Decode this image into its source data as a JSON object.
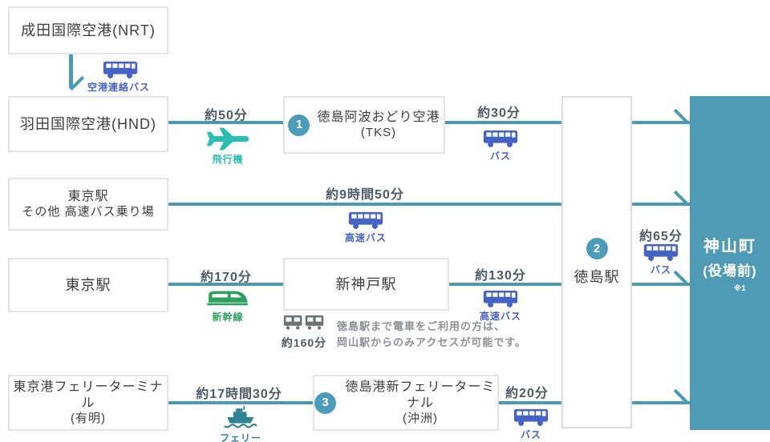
{
  "palette": {
    "line_teal": "#4a99b6",
    "hub_bg": "#4f9ab4",
    "badge_bg": "#4a9cba",
    "bus_blue": "#4463c3",
    "plane_teal": "#2bbcb4",
    "shinkansen_green": "#2da05f",
    "ferry_teal": "#318495",
    "train_gray": "#6d7378",
    "time_text": "#4d5b68",
    "note_gray": "#8b9196"
  },
  "nodes": {
    "narita": {
      "label": "成田国際空港(NRT)"
    },
    "haneda": {
      "label": "羽田国際空港(HND)"
    },
    "tokyo_highway_bus": {
      "line1": "東京駅",
      "line2": "その他 高速バス乗り場"
    },
    "tokyo_station": {
      "label": "東京駅"
    },
    "tokyo_ferry_terminal": {
      "line1": "東京港フェリーターミナル",
      "line2": "(有明)"
    },
    "tokushima_airport": {
      "badge": "1",
      "line1": "徳島阿波おどり空港",
      "line2": "(TKS)"
    },
    "shin_kobe": {
      "label": "新神戸駅"
    },
    "tokushima_port": {
      "badge": "3",
      "line1": "徳島港新フェリーターミナル",
      "line2": "(沖洲)"
    },
    "tokushima_station": {
      "badge": "2",
      "label": "徳島駅"
    },
    "kamiyama": {
      "line1": "神山町",
      "line2": "(役場前)",
      "footnote": "※1"
    }
  },
  "legs": {
    "narita_haneda": {
      "mode": "空港連絡バス"
    },
    "haneda_tks": {
      "time": "約50分",
      "mode": "飛行機"
    },
    "tks_tokushima": {
      "time": "約30分",
      "mode": "バス"
    },
    "tokyobus_tokushima": {
      "time": "約9時間50分",
      "mode": "高速バス"
    },
    "tokyo_shinkobe": {
      "time": "約170分",
      "mode": "新幹線"
    },
    "shinkobe_tokushima": {
      "time": "約130分",
      "mode": "高速バス"
    },
    "ferry_port": {
      "time": "約17時間30分",
      "mode": "フェリー"
    },
    "port_tokushima": {
      "time": "約20分",
      "mode": "バス"
    },
    "tokushima_kamiyama": {
      "time": "約65分",
      "mode": "バス"
    }
  },
  "train_note": {
    "time": "約160分",
    "line1": "徳島駅まで電車をご利用の方は、",
    "line2": "岡山駅からのみアクセスが可能です。"
  }
}
